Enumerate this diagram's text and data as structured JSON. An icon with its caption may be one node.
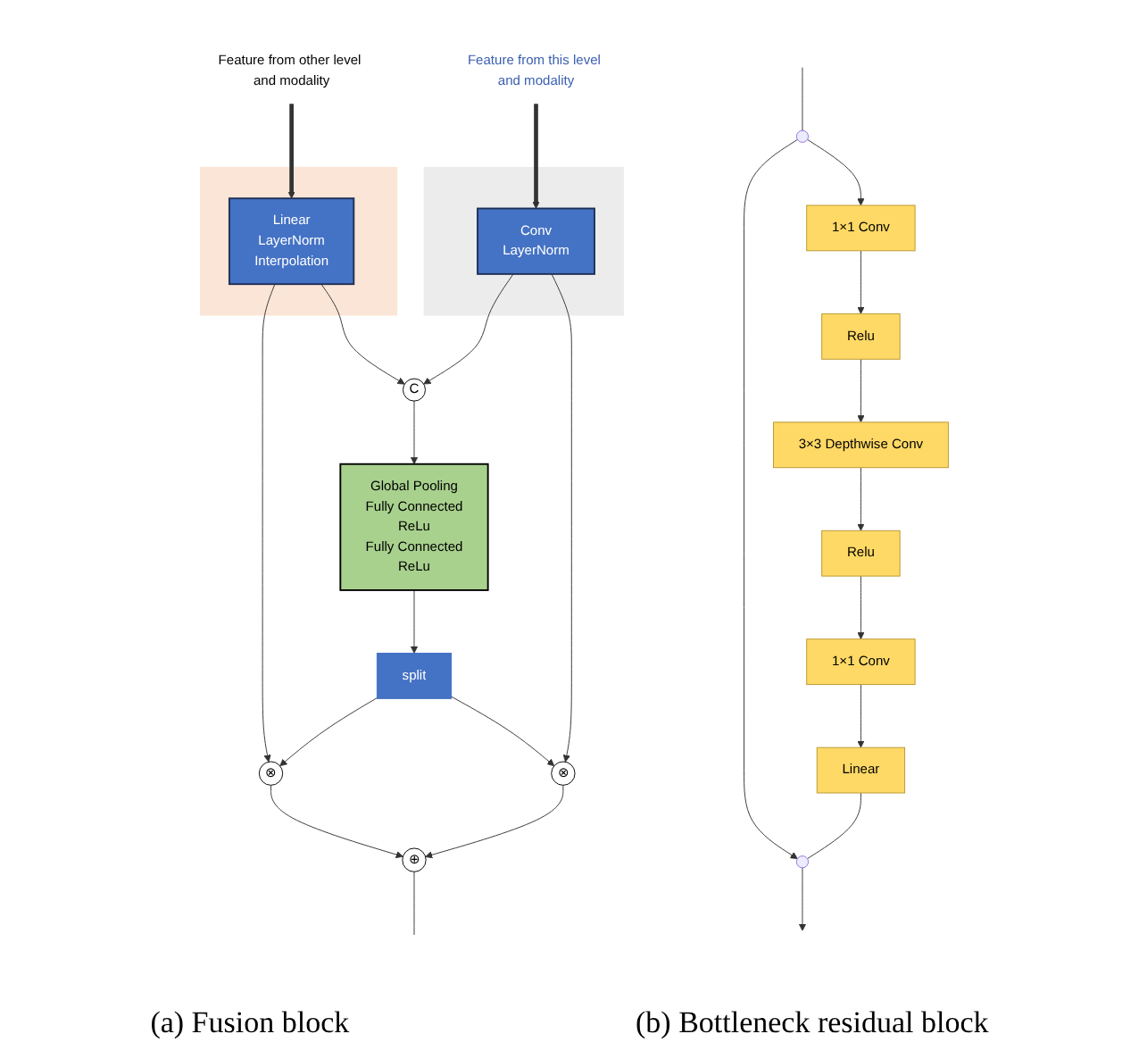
{
  "diagram": {
    "nodes": [
      {
        "text": [
          "Feature from other level and modality"
        ]
      },
      {
        "text": [
          "Feature from this level and modality"
        ]
      },
      {
        "text": [],
        "shape": "box"
      },
      {
        "text": [
          "Linear",
          "LayerNorm",
          "Interpolation"
        ],
        "in": 2
      },
      {
        "text": [],
        "shape": "box"
      },
      {
        "text": [
          "Conv",
          "LayerNorm"
        ],
        "in": 4
      },
      {
        "text": [
          "C"
        ]
      },
      {
        "text": [
          "Global Pooling",
          "Fully Connected",
          "ReLu",
          "Fully Connected",
          "ReLu"
        ]
      },
      {
        "text": [
          "split"
        ]
      },
      {
        "text": [
          "⊗"
        ]
      },
      {
        "text": [
          "⊕"
        ]
      },
      {
        "text": [
          "⊗"
        ]
      },
      {
        "text": [],
        "shape": "point"
      },
      {
        "text": [
          "1×1 Conv"
        ]
      },
      {
        "text": [
          "Relu"
        ]
      },
      {
        "text": [
          "3×3 Depthwise Conv"
        ]
      },
      {
        "text": [
          "Relu"
        ]
      },
      {
        "text": [
          "1×1 Conv"
        ]
      },
      {
        "text": [
          "Linear"
        ]
      },
      {
        "text": [],
        "shape": "point"
      }
    ],
    "edges": [
      {
        "from": 0,
        "to": 3,
        "arrow": "to",
        "style": "thick"
      },
      {
        "from": 1,
        "to": 5,
        "arrow": "to",
        "style": "thick"
      },
      {
        "from": 3,
        "to": 6,
        "arrow": "to"
      },
      {
        "from": 5,
        "to": 6,
        "arrow": "to"
      },
      {
        "from": 6,
        "to": 7,
        "arrow": "to"
      },
      {
        "from": 7,
        "to": 8,
        "arrow": "to"
      },
      {
        "from": 3,
        "to": 9,
        "arrow": "to"
      },
      {
        "from": 8,
        "to": 9,
        "arrow": "to"
      },
      {
        "from": 8,
        "to": 11,
        "arrow": "to"
      },
      {
        "from": 5,
        "to": 11,
        "arrow": "to"
      },
      {
        "from": 9,
        "to": 10,
        "arrow": "to"
      },
      {
        "from": 11,
        "to": 10,
        "arrow": "to"
      },
      {
        "from": 10,
        "to": null,
        "arrow": "none"
      },
      {
        "from": null,
        "to": 12,
        "arrow": "none"
      },
      {
        "from": 12,
        "to": 13,
        "arrow": "to"
      },
      {
        "from": 12,
        "to": 19,
        "arrow": "to"
      },
      {
        "from": 13,
        "to": 14,
        "arrow": "to"
      },
      {
        "from": 14,
        "to": 15,
        "arrow": "to"
      },
      {
        "from": 15,
        "to": 16,
        "arrow": "to"
      },
      {
        "from": 16,
        "to": 17,
        "arrow": "to"
      },
      {
        "from": 17,
        "to": 18,
        "arrow": "to"
      },
      {
        "from": 18,
        "to": 19,
        "arrow": "none"
      },
      {
        "from": 19,
        "to": null,
        "arrow": "to"
      }
    ],
    "labels": [
      "(a) Fusion block",
      "(b) Bottleneck residual block"
    ]
  }
}
